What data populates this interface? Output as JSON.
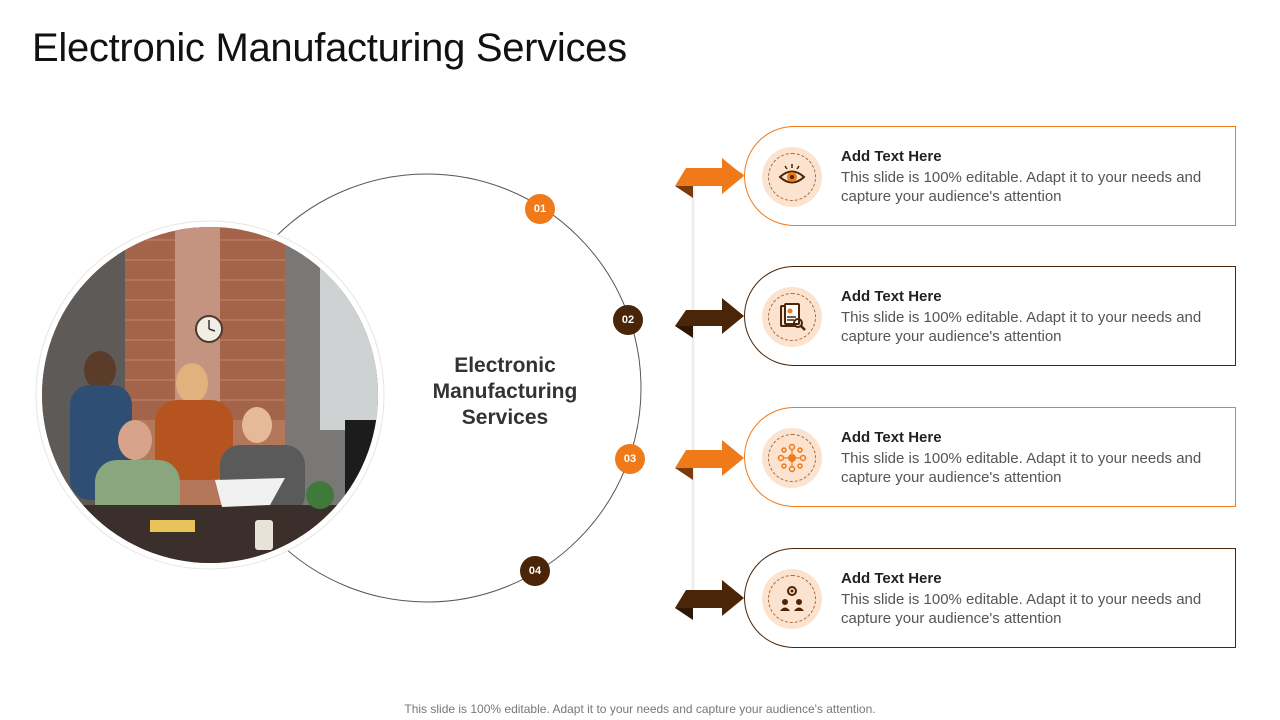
{
  "title": "Electronic Manufacturing Services",
  "center_label": "Electronic Manufacturing Services",
  "colors": {
    "orange": "#f07a1a",
    "brown": "#4a2507",
    "card_icon_bg": "#fbe3d0"
  },
  "photo": {
    "description_icon": "team-meeting-photo"
  },
  "steps": [
    {
      "number": "01",
      "heading": "Add Text Here",
      "body": "This slide is 100% editable. Adapt it to your needs and capture your audience's attention",
      "icon": "eye-icon",
      "color": "orange"
    },
    {
      "number": "02",
      "heading": "Add Text Here",
      "body": "This slide is 100% editable. Adapt it to your needs and capture your audience's attention",
      "icon": "document-search-icon",
      "color": "brown"
    },
    {
      "number": "03",
      "heading": "Add Text Here",
      "body": "This slide is 100% editable. Adapt it to your needs and capture your audience's attention",
      "icon": "network-hub-icon",
      "color": "orange"
    },
    {
      "number": "04",
      "heading": "Add Text Here",
      "body": "This slide is 100% editable. Adapt it to your needs and capture your audience's attention",
      "icon": "team-gear-icon",
      "color": "brown"
    }
  ],
  "footer": "This slide is 100% editable. Adapt it to your needs and capture your audience's attention."
}
